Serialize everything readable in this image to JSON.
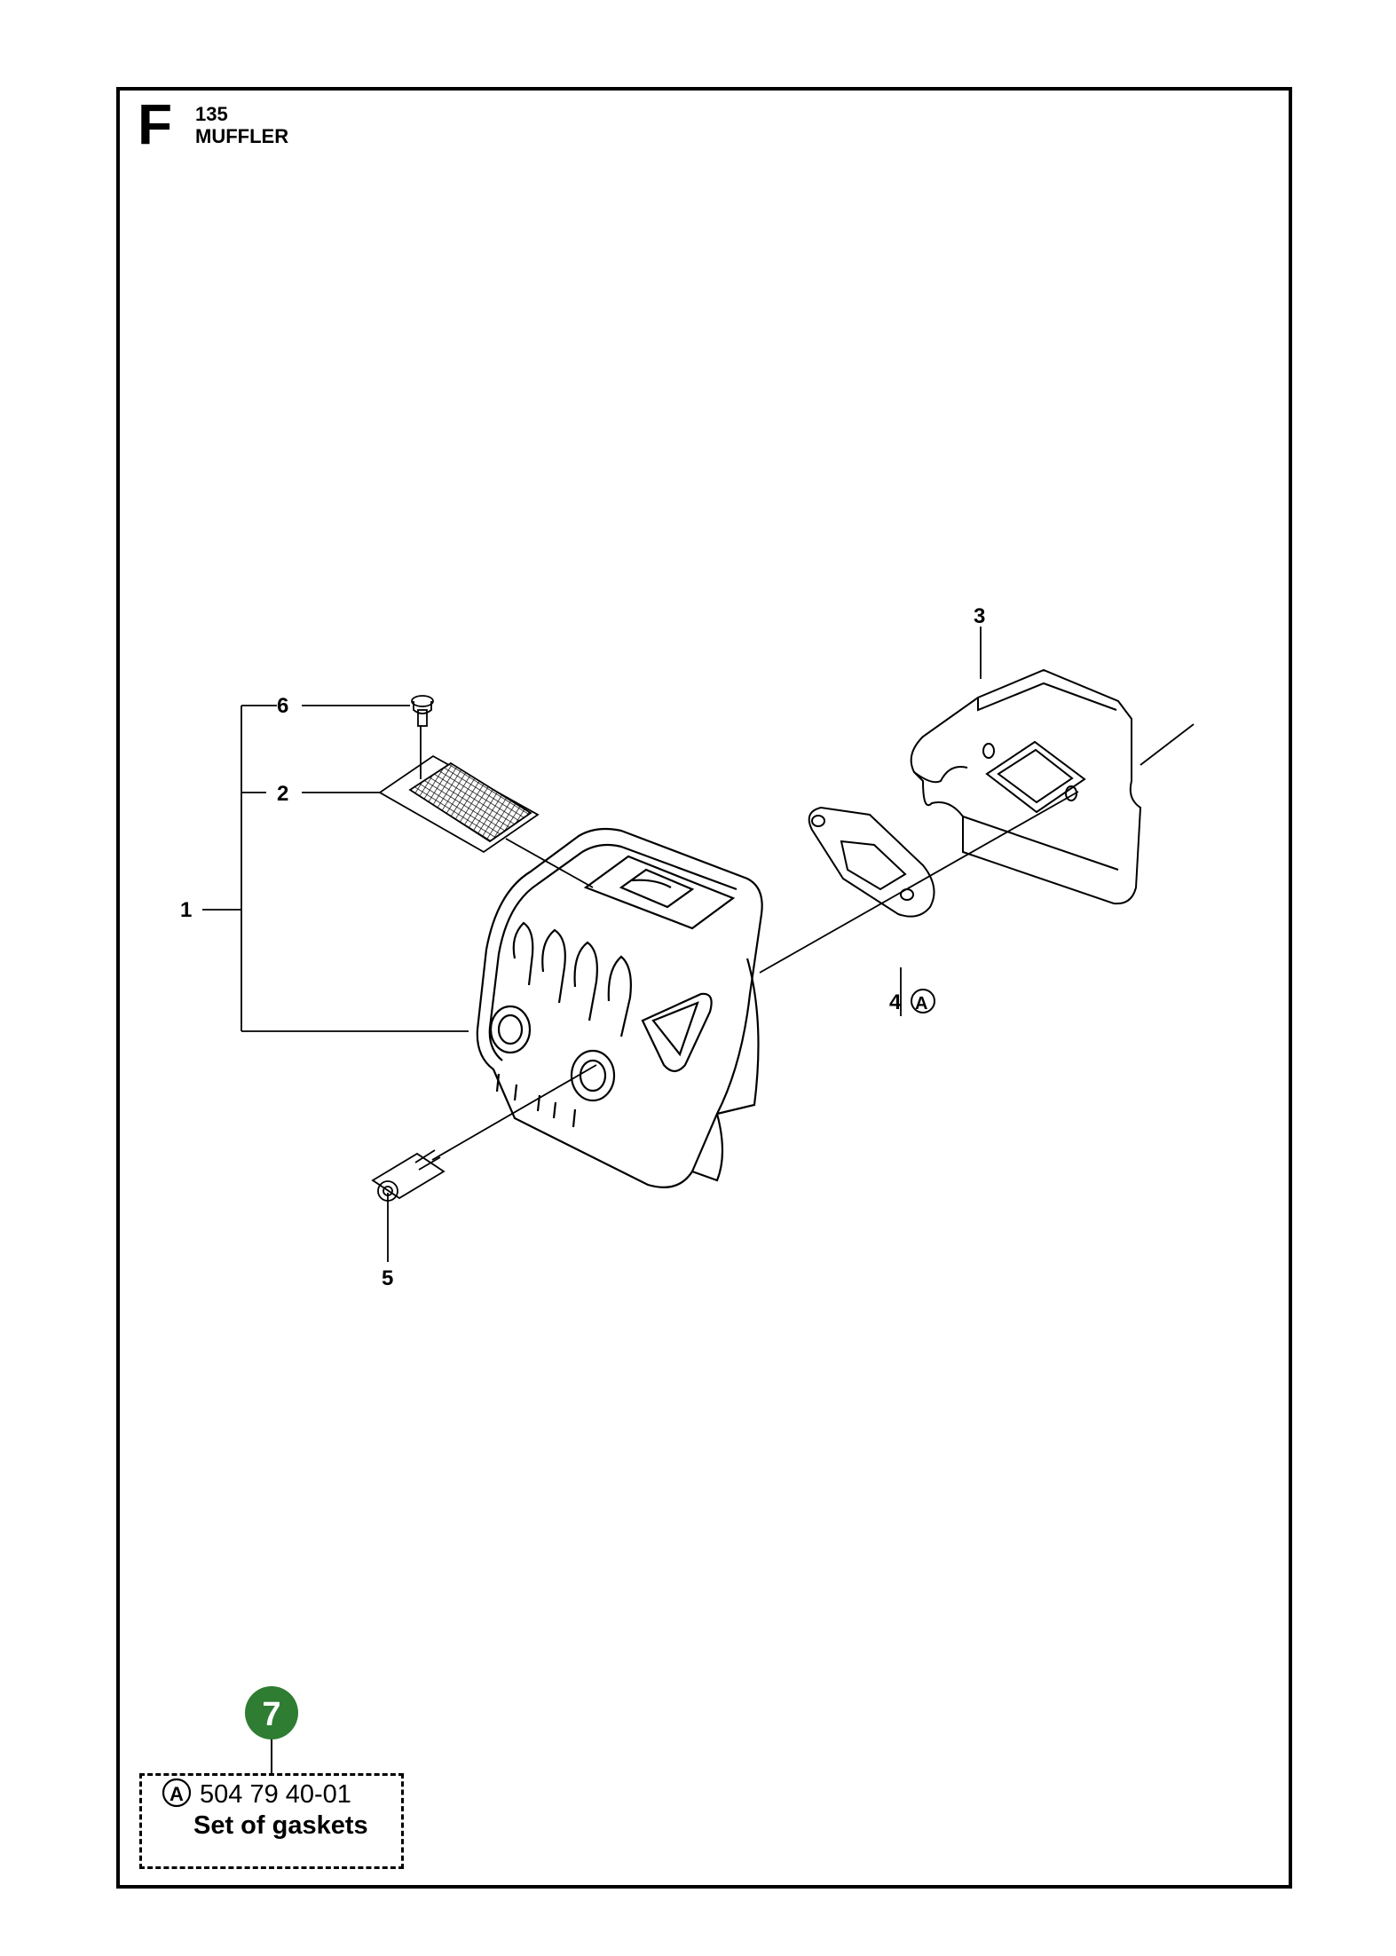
{
  "header": {
    "section_letter": "F",
    "model_number": "135",
    "title": "MUFFLER"
  },
  "callouts": {
    "c1": "1",
    "c2": "2",
    "c3": "3",
    "c4": "4",
    "c5": "5",
    "c6": "6",
    "c4_kit_letter": "A"
  },
  "kit": {
    "number": "7",
    "letter": "A",
    "part_number": "504 79 40-01",
    "description": "Set of gaskets",
    "badge_color": "#2e7d32"
  }
}
